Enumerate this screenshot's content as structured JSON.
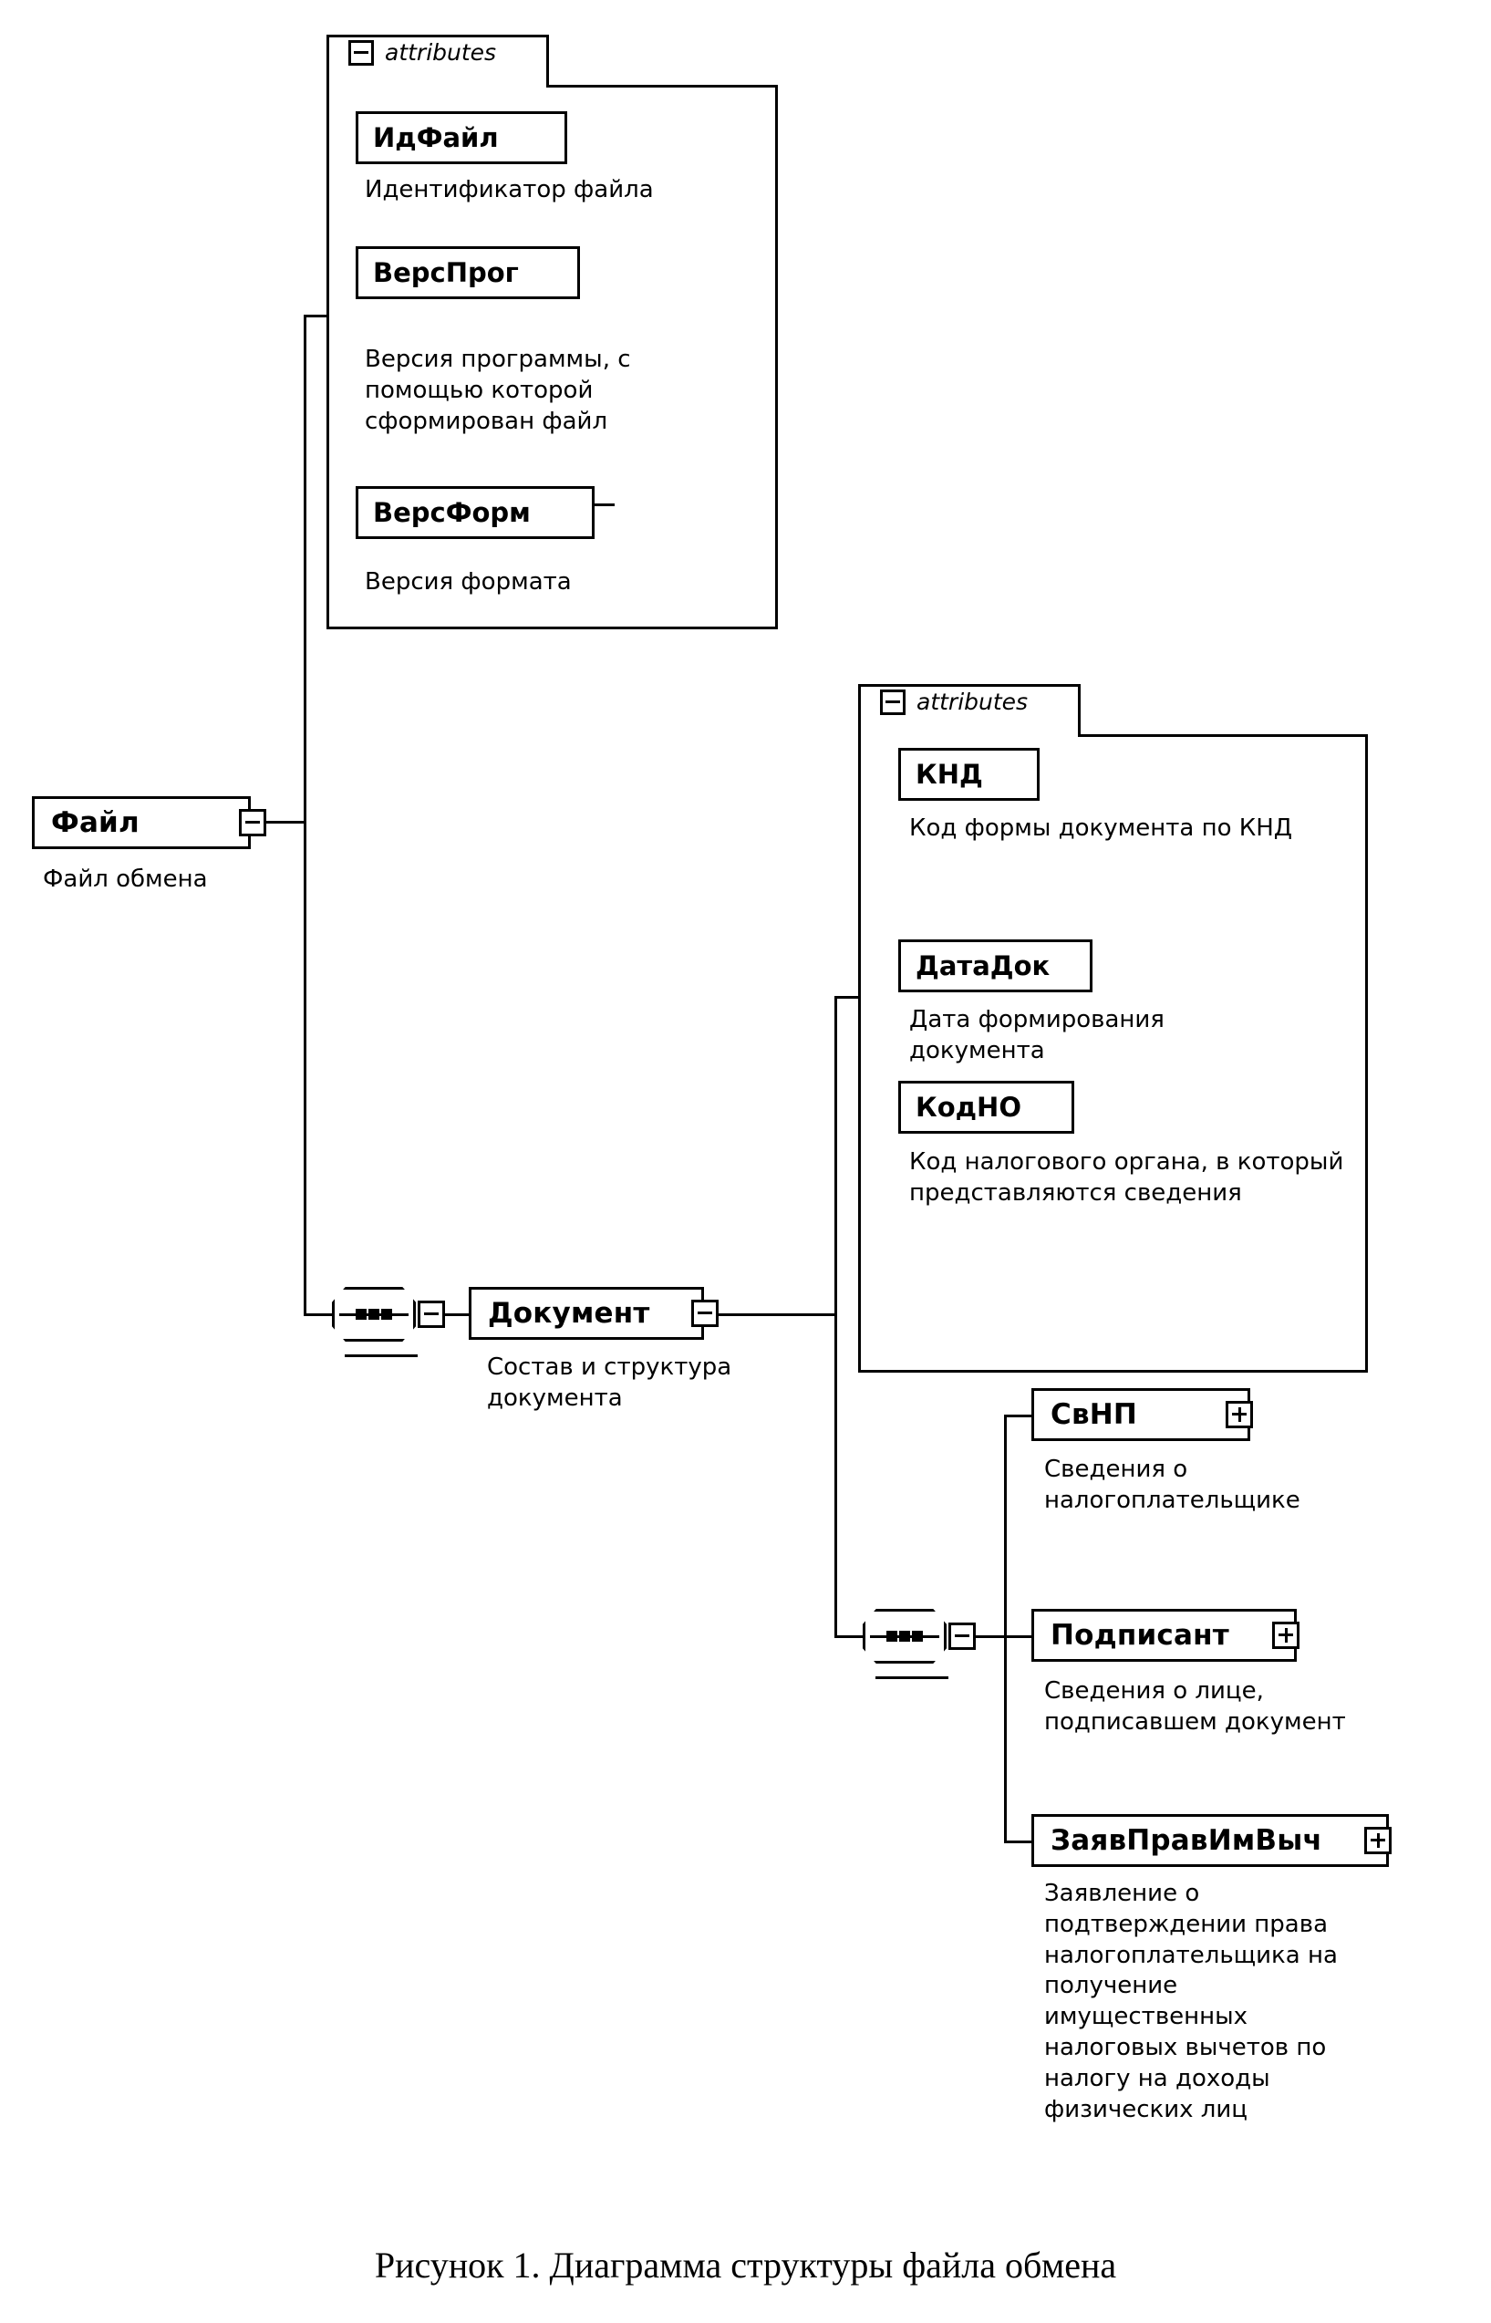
{
  "figure": {
    "caption": "Рисунок 1. Диаграмма структуры файла обмена"
  },
  "labels": {
    "attributes_word": "attributes"
  },
  "root": {
    "name": "Файл",
    "description": "Файл обмена",
    "expander": "minus"
  },
  "file_attributes": {
    "header": "attributes",
    "items": [
      {
        "name": "ИдФайл",
        "description": "Идентификатор файла"
      },
      {
        "name": "ВерсПрог",
        "description": "Версия программы, с помощью которой сформирован файл"
      },
      {
        "name": "ВерсФорм",
        "description": "Версия формата"
      }
    ]
  },
  "document": {
    "name": "Документ",
    "description": "Состав и структура документа",
    "expander": "minus",
    "compositor": "sequence"
  },
  "document_attributes": {
    "header": "attributes",
    "items": [
      {
        "name": "КНД",
        "description": "Код формы документа по КНД"
      },
      {
        "name": "ДатаДок",
        "description": "Дата формирования документа"
      },
      {
        "name": "КодНО",
        "description": "Код налогового органа, в который представляются сведения"
      }
    ]
  },
  "document_children": {
    "compositor": "sequence",
    "items": [
      {
        "name": "СвНП",
        "description": "Сведения о налогоплательщике",
        "expander": "plus"
      },
      {
        "name": "Подписант",
        "description": "Сведения о лице, подписавшем документ",
        "expander": "plus"
      },
      {
        "name": "ЗаявПравИмВыч",
        "description": "Заявление о подтверждении права налогоплательщика на получение имущественных налоговых вычетов по налогу на доходы физических лиц",
        "expander": "plus"
      }
    ]
  }
}
